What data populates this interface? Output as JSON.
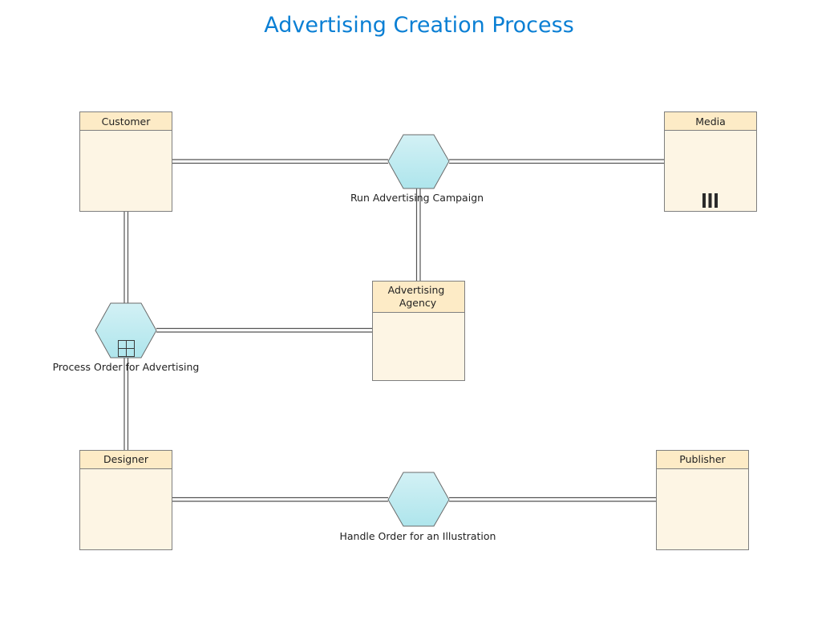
{
  "title": "Advertising Creation Process",
  "colors": {
    "title": "#0a7fd4",
    "participant_header": "#fdebc6",
    "participant_body": "#fdf5e4",
    "participant_border": "#7f7f7f",
    "activity_top": "#d3f1f5",
    "activity_bottom": "#aee5ec",
    "connector": "#555555"
  },
  "participants": [
    {
      "id": "customer",
      "label": "Customer",
      "marker": null
    },
    {
      "id": "media",
      "label": "Media",
      "marker": "parallel-multi-instance"
    },
    {
      "id": "agency",
      "label": "Advertising Agency",
      "lines": [
        "Advertising",
        "Agency"
      ],
      "marker": null
    },
    {
      "id": "designer",
      "label": "Designer",
      "marker": null
    },
    {
      "id": "publisher",
      "label": "Publisher",
      "marker": null
    }
  ],
  "conversations": [
    {
      "id": "run-campaign",
      "label": "Run Advertising Campaign",
      "marker": null
    },
    {
      "id": "process-order",
      "label": "Process Order for Advertising",
      "marker": "sub-conversation-plus"
    },
    {
      "id": "handle-order",
      "label": "Handle Order for an Illustration",
      "marker": null
    }
  ],
  "links": [
    {
      "from": "customer",
      "to": "run-campaign"
    },
    {
      "from": "run-campaign",
      "to": "media"
    },
    {
      "from": "run-campaign",
      "to": "agency"
    },
    {
      "from": "customer",
      "to": "process-order"
    },
    {
      "from": "process-order",
      "to": "agency"
    },
    {
      "from": "process-order",
      "to": "designer"
    },
    {
      "from": "designer",
      "to": "handle-order"
    },
    {
      "from": "handle-order",
      "to": "publisher"
    }
  ]
}
